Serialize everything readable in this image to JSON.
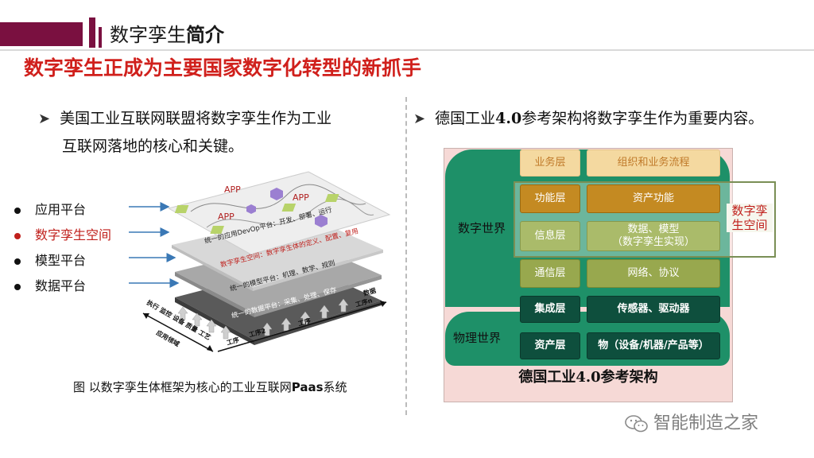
{
  "header": {
    "title_part1": "数字孪生",
    "title_part2": "简介"
  },
  "subtitle": "数字孪生正成为主要国家数字化转型的新抓手",
  "left": {
    "bullet_line1": "美国工业互联网联盟将数字孪生作为工业",
    "bullet_line2": "互联网落地的核心和关键。",
    "list": [
      {
        "label": "应用平台",
        "highlight": false
      },
      {
        "label": "数字孪生空间",
        "highlight": true
      },
      {
        "label": "模型平台",
        "highlight": false
      },
      {
        "label": "数据平台",
        "highlight": false
      }
    ],
    "layers": {
      "app1": "APP",
      "app2": "APP",
      "app3": "APP",
      "l1": "统一的应用DevOp平台：开发、部署、运行",
      "l2": "数字孪生空间：数字孪生体的定义、配置、复用",
      "l3": "统一的模型平台：机理、数学、规则",
      "l4": "统一的数据平台：采集、处理、保存",
      "axis_left": "执行 监控 设备 质量 工艺",
      "axis_left_label": "应用领域",
      "proc1": "工序",
      "proc2": "工序2",
      "proc3": "工序",
      "procn": "工序n",
      "data_word": "数据"
    },
    "caption_pre": "图 以数字孪生体框架为核心的工业互联网",
    "caption_bold": "Paas",
    "caption_post": "系统"
  },
  "right": {
    "bullet_pre": "德国工业",
    "bullet_bold": "4.0",
    "bullet_post": "参考架构将数字孪生作为重要内容。",
    "digital_world": "数字世界",
    "physical_world": "物理世界",
    "twin_label": "数字孪生空间",
    "layers": [
      {
        "name": "业务层",
        "content": "组织和业务流程"
      },
      {
        "name": "功能层",
        "content": "资产功能"
      },
      {
        "name": "信息层",
        "content_line1": "数据、模型",
        "content_line2": "（数字孪生实现）"
      },
      {
        "name": "通信层",
        "content": "网络、协议"
      },
      {
        "name": "集成层",
        "content": "传感器、驱动器"
      },
      {
        "name": "资产层",
        "content": "物（设备/机器/产品等）"
      }
    ],
    "caption_pre": "德国工业",
    "caption_bold": "4.0",
    "caption_post": "参考架构"
  },
  "watermark": "智能制造之家",
  "colors": {
    "accent_red": "#d0201c",
    "header_bar": "#7a1040",
    "green": "#1e9068"
  }
}
